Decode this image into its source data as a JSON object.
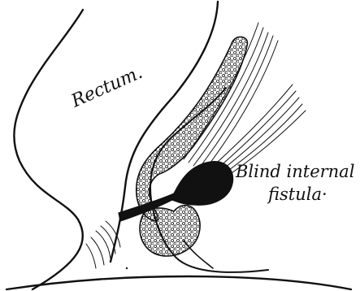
{
  "labels": {
    "rectum": "Rectum.",
    "fistula_line1": "Blind internal",
    "fistula_line2": "fistula·"
  },
  "colors": {
    "ink": "#111111",
    "paper": "#ffffff"
  }
}
